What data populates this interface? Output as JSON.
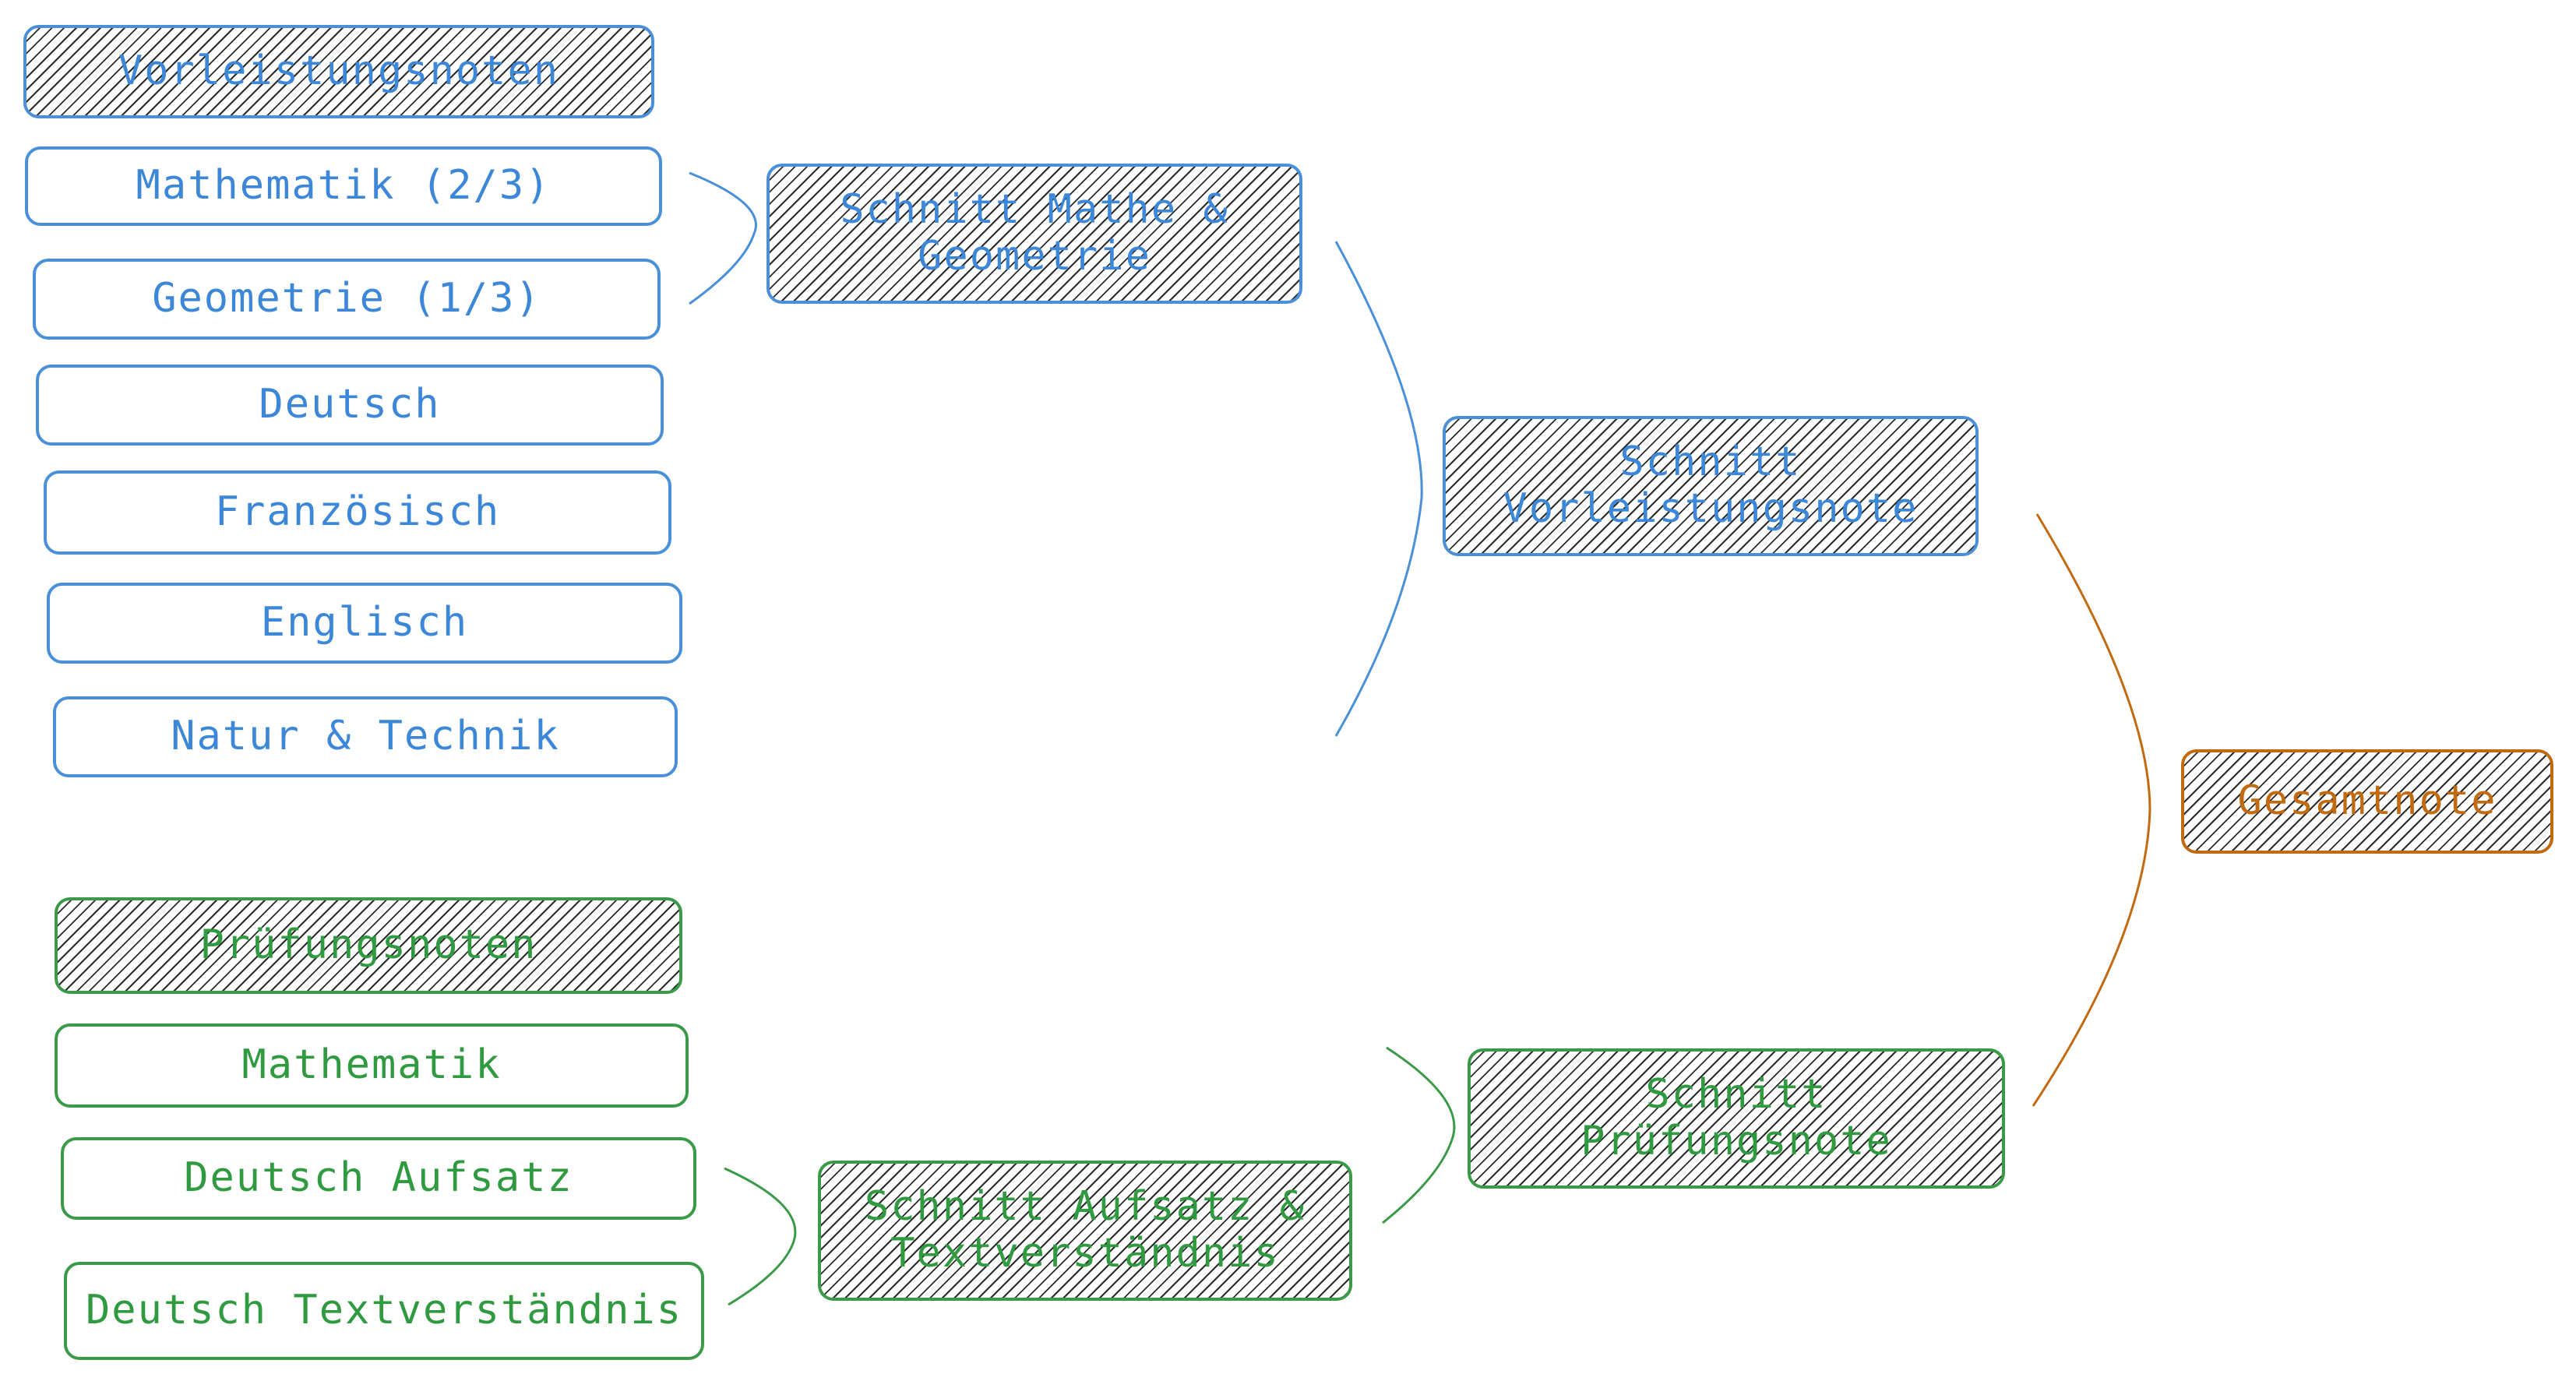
{
  "colors": {
    "blue": "#4a90d9",
    "green": "#3a9a47",
    "orange": "#c26a10"
  },
  "vorleistung": {
    "header": "Vorleistungsnoten",
    "items": [
      "Mathematik (2/3)",
      "Geometrie (1/3)",
      "Deutsch",
      "Französisch",
      "Englisch",
      "Natur & Technik"
    ]
  },
  "pruefung": {
    "header": "Prüfungsnoten",
    "items": [
      "Mathematik",
      "Deutsch Aufsatz",
      "Deutsch Textverständnis"
    ]
  },
  "intermediate": {
    "mathe_geometrie": "Schnitt Mathe & Geometrie",
    "aufsatz_text": "Schnitt Aufsatz & Textverständnis",
    "vorleistungsnote": "Schnitt Vorleistungsnote",
    "pruefungsnote": "Schnitt Prüfungsnote"
  },
  "result": {
    "gesamtnote": "Gesamtnote"
  }
}
